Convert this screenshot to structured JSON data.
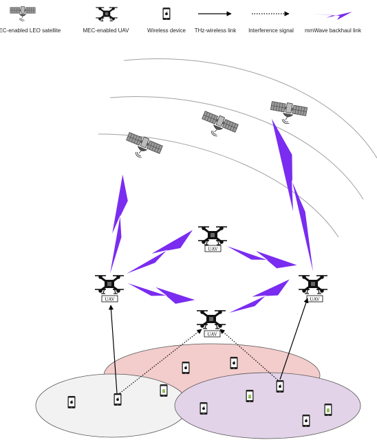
{
  "legend": {
    "satellite_label": "MEC-enabled LEO satellite",
    "uav_label": "MEC-enabled UAV",
    "device_label": "Wireless device",
    "thz_label": "THz-wireless link",
    "interference_label": "Interference signal",
    "mmwave_label": "mmWave backhaul link"
  },
  "uav_tag": "UAV",
  "colors": {
    "mmwave": "#7a2cf0",
    "ellipse_red": "#f3cccc",
    "ellipse_gray": "#f2f2f2",
    "ellipse_purple": "#e2d3e8",
    "orbit": "#a0a0a0"
  }
}
